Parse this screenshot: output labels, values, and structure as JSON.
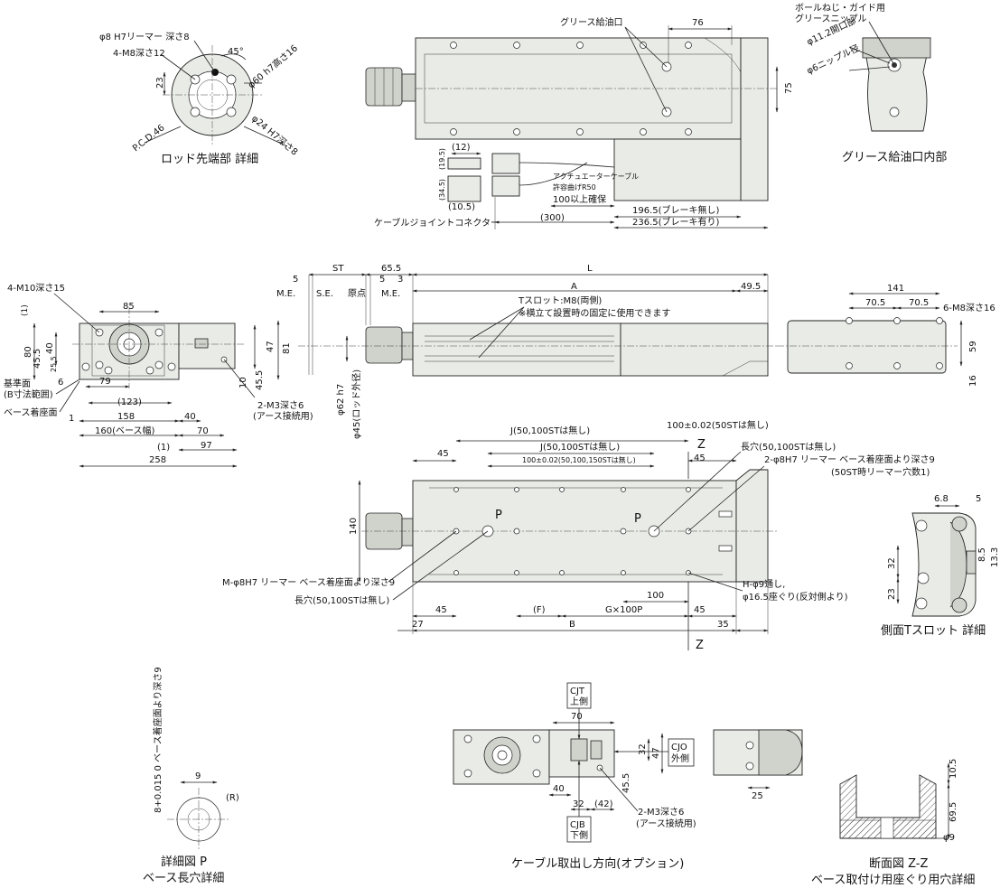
{
  "captions": {
    "rod_end_detail": "ロッド先端部 詳細",
    "grease_port_inner": "グリース給油口内部",
    "side_tslot_detail": "側面Tスロット 詳細",
    "detail_p_line1": "詳細図 P",
    "detail_p_line2": "ベース長穴詳細",
    "cable_direction": "ケーブル取出し方向(オプション)",
    "section_zz_line1": "断面図 Z-Z",
    "section_zz_line2": "ベース取付け用座ぐり用穴詳細"
  },
  "rod_end": {
    "reamer": "φ8 H7リーマー 深さ8",
    "tap": "4-M8深さ12",
    "angle": "45°",
    "dim_23": "23",
    "pcd": "P.C.D.46",
    "outer": "φ60 h7高さ16",
    "inner": "φ24 H7深さ8"
  },
  "top_view": {
    "grease_port": "グリース給油口",
    "dim_76": "76",
    "dim_75": "75",
    "dim_12": "(12)",
    "dim_19_5": "(19.5)",
    "dim_34_5": "(34.5)",
    "dim_10_5": "(10.5)",
    "cable_radius_1": "アクチュエーターケーブル",
    "cable_radius_2": "許容曲げR50",
    "clearance": "100以上確保",
    "cable_joint": "ケーブルジョイントコネクター",
    "dim_300": "(300)",
    "brake_none": "196.5(ブレーキ無し)",
    "brake_with": "236.5(ブレーキ有り)"
  },
  "grease_detail": {
    "ball_screw_1": "ボールねじ・ガイド用",
    "ball_screw_2": "グリースニップル",
    "opening": "φ11.2開口部",
    "nipple": "φ6ニップル径"
  },
  "end_view": {
    "tap": "4-M10深さ15",
    "dim_85": "85",
    "dim_1": "(1)",
    "dim_80": "80",
    "dim_40": "40",
    "dim_45_5": "45.5",
    "dim_25_5": "25.5",
    "dim_6": "6",
    "dim_79": "79",
    "dim_123": "(123)",
    "dim_158": "158",
    "dim_160": "160(ベース幅)",
    "dim_258": "258",
    "dim_1b": "(1)",
    "dim_97": "97",
    "dim_40b": "40",
    "dim_70": "70",
    "dim_10": "10",
    "dim_45_5b": "45.5",
    "dim_47": "47",
    "dim_81": "81",
    "ground_tap_1": "2-M3深さ6",
    "ground_tap_2": "(アース接続用)",
    "ref_face_1": "基準面",
    "ref_face_2": "(B寸法範囲)",
    "base_face": "ベース着座面",
    "dim_1c": "1"
  },
  "side_view": {
    "me1": "M.E.",
    "se": "S.E.",
    "origin": "原点",
    "me2": "M.E.",
    "dim_5": "5",
    "st": "ST",
    "dim_65_5": "65.5",
    "dim_5b": "5",
    "dim_3": "3",
    "L": "L",
    "A": "A",
    "dim_49_5": "49.5",
    "tslot": "Tスロット:M8(両側)",
    "tslot_note": "※横立て設置時の固定に使用できます",
    "rod_62": "φ62 h7",
    "rod_45": "φ45(ロッド外径)"
  },
  "end_right": {
    "dim_141": "141",
    "dim_70_5a": "70.5",
    "dim_70_5b": "70.5",
    "tap": "6-M8深さ16",
    "dim_59": "59",
    "dim_16": "16"
  },
  "bottom_view": {
    "J_top": "J(50,100STは無し)",
    "dim_100_tol": "100±0.02(50STは無し)",
    "J_mid": "J(50,100STは無し)",
    "dim_100_tol2": "100±0.02(50,100,150STは無し)",
    "dim_45a": "45",
    "dim_45b": "45",
    "z_top": "Z",
    "slot": "長穴(50,100STは無し)",
    "reamer": "2-φ8H7 リーマー ベース着座面より深さ9",
    "reamer_note": "(50ST時リーマー穴数1)",
    "dim_140": "140",
    "P1": "P",
    "P2": "P",
    "m_reamer": "M-φ8H7 リーマー ベース着座面より深さ9",
    "slot2": "長穴(50,100STは無し)",
    "dim_100": "100",
    "h_hole_1": "H-φ9通し,",
    "h_hole_2": "φ16.5座ぐり(反対側より)",
    "dim_27": "27",
    "dim_45c": "45",
    "F": "(F)",
    "G": "G×100P",
    "dim_45d": "45",
    "dim_35": "35",
    "B": "B",
    "z_bottom": "Z"
  },
  "tslot_detail": {
    "dim_6_8": "6.8",
    "dim_5": "5",
    "dim_32": "32",
    "dim_23": "23",
    "dim_8_5": "8.5",
    "dim_13_3": "13.3"
  },
  "detail_p": {
    "dim_9": "9",
    "R": "(R)",
    "depth": "8+0.015 0 ベース着座面より深さ9"
  },
  "cable_option": {
    "cjt_1": "CJT",
    "cjt_2": "上側",
    "dim_70": "70",
    "dim_32": "32",
    "dim_47": "47",
    "cjo_1": "CJO",
    "cjo_2": "外側",
    "dim_40": "40",
    "dim_32b": "32",
    "dim_42": "(42)",
    "dim_45_5": "45.5",
    "cjb_1": "CJB",
    "cjb_2": "下側",
    "ground_1": "2-M3深さ6",
    "ground_2": "(アース接続用)",
    "dim_25": "25"
  },
  "section_zz": {
    "dim_10_5": "10.5",
    "dim_69_5": "69.5",
    "dim_9": "φ9"
  }
}
